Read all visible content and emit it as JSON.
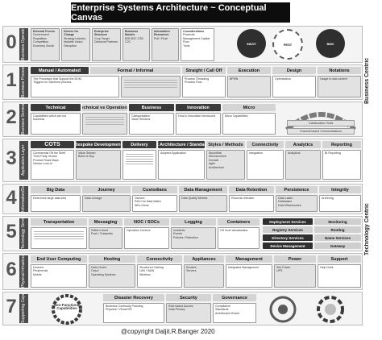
{
  "title": "Enterprise Systems Architecture ~  Conceptual Canvas",
  "copyright": "@copyright Daljit.R.Banger 2020",
  "side_labels": {
    "business": "Business Centric",
    "technology": "Technology Centric"
  },
  "rows": [
    {
      "num": "0",
      "label": "Business Operating Model",
      "headers": [
        "External Forces",
        "Drivers for Change",
        "Enterprise Structure",
        "Business Models",
        "Information Resources",
        "Considerations"
      ],
      "texts": [
        "Government Regulation Competition Economy Social",
        "Strategy Industry Markets Vision Disruption",
        "Corp Target Divisions Partners",
        "B2B B2C C2B C2C",
        "Pull / Push",
        "Financial Management Capital Flow",
        "Tools",
        "SWOT",
        "PEST",
        "BMC"
      ]
    },
    {
      "num": "1",
      "label": "Business Process",
      "headers": [
        "Manual / Automated",
        "Formal / Informal",
        "Straight / Call Off",
        "Execution",
        "Design",
        "Notations"
      ],
      "texts": [
        "The Processes that Support the BOM",
        "Triggers for Start/end process",
        "Process Threading",
        "Process Flow",
        "BPMN",
        "Optimisation",
        "Usage to add context"
      ]
    },
    {
      "num": "2",
      "label": "Business Services",
      "headers": [
        "Technical",
        "Technical vs Operational",
        "Business",
        "Innovation",
        "Micro"
      ],
      "texts": [
        "Capabilities which are not business",
        "Categorisation",
        "Value Streams",
        "How is Innovation introduced",
        "Micro Capabilities",
        "Collaboration Tools",
        "Channel based Communications"
      ]
    },
    {
      "num": "3",
      "label": "Application Layer",
      "headers": [
        "COTS",
        "Bespoke Development",
        "Delivery",
        "Net Architecture / Standards",
        "Styles / Methods",
        "Connectivity",
        "Analytics",
        "Reporting"
      ],
      "texts": [
        "Commercial Off the Shelf",
        "Third Party Vendor",
        "Product Road Maps",
        "Vendor Lock-in",
        "Value Stream",
        "Build vs Buy",
        "Adopted Application",
        "Monolithic",
        "Microservices",
        "Domain",
        "Agile",
        "Architecture",
        "Integration",
        "Analytical",
        "BI Reporting"
      ]
    },
    {
      "num": "4",
      "label": "Information/Data",
      "headers": [
        "Big Data",
        "Journey",
        "Custodians",
        "Data Management",
        "Data Retention",
        "Persistence",
        "Integrity"
      ],
      "texts": [
        "Determine large data sets",
        "Data Lineage",
        "Owners",
        "RACI for Data Matrix",
        "Who Owns",
        "Data Quality Metrics",
        "Records retention",
        "Data Lakes",
        "Databases",
        "Data Warehouses",
        "Archiving"
      ]
    },
    {
      "num": "5",
      "label": "Technology Services",
      "headers": [
        "Transportation",
        "Messaging",
        "NOC / SOCs",
        "Logging",
        "Containers",
        "Deployment Services",
        "Monitoring"
      ],
      "texts": [
        "Pattern Used",
        "Push / Subscribe",
        "Operation Centres",
        "Incidents",
        "Events",
        "Policies / Retention",
        "OS level virtualisation",
        "Registry Services",
        "Routing",
        "Directory Services",
        "Name Services",
        "Device Management",
        "Gateway"
      ]
    },
    {
      "num": "6",
      "label": "Physical Infrastructure",
      "headers": [
        "End User Computing",
        "Hosting",
        "Connectivity",
        "Appliances",
        "Management",
        "Power",
        "Support"
      ],
      "texts": [
        "Devices",
        "Peripherals",
        "Mobile",
        "Data Centre",
        "Cloud",
        "Operating Systems",
        "Structured Cabling",
        "LAN / WAN",
        "Wireless",
        "Routers",
        "Servers",
        "Integrated Management",
        "Site Power",
        "UPS",
        "Help Desk"
      ]
    },
    {
      "num": "7",
      "label": "Supporting Capabilities",
      "headers": [
        "Disaster Recovery",
        "Security",
        "Governance"
      ],
      "texts": [
        "Non-Functional Capabilities",
        "Business Continuity Planning",
        "Physical / Virtual DR",
        "Role based Access",
        "Data Privacy",
        "Compliance",
        "Standards",
        "Architecture Board"
      ]
    }
  ]
}
